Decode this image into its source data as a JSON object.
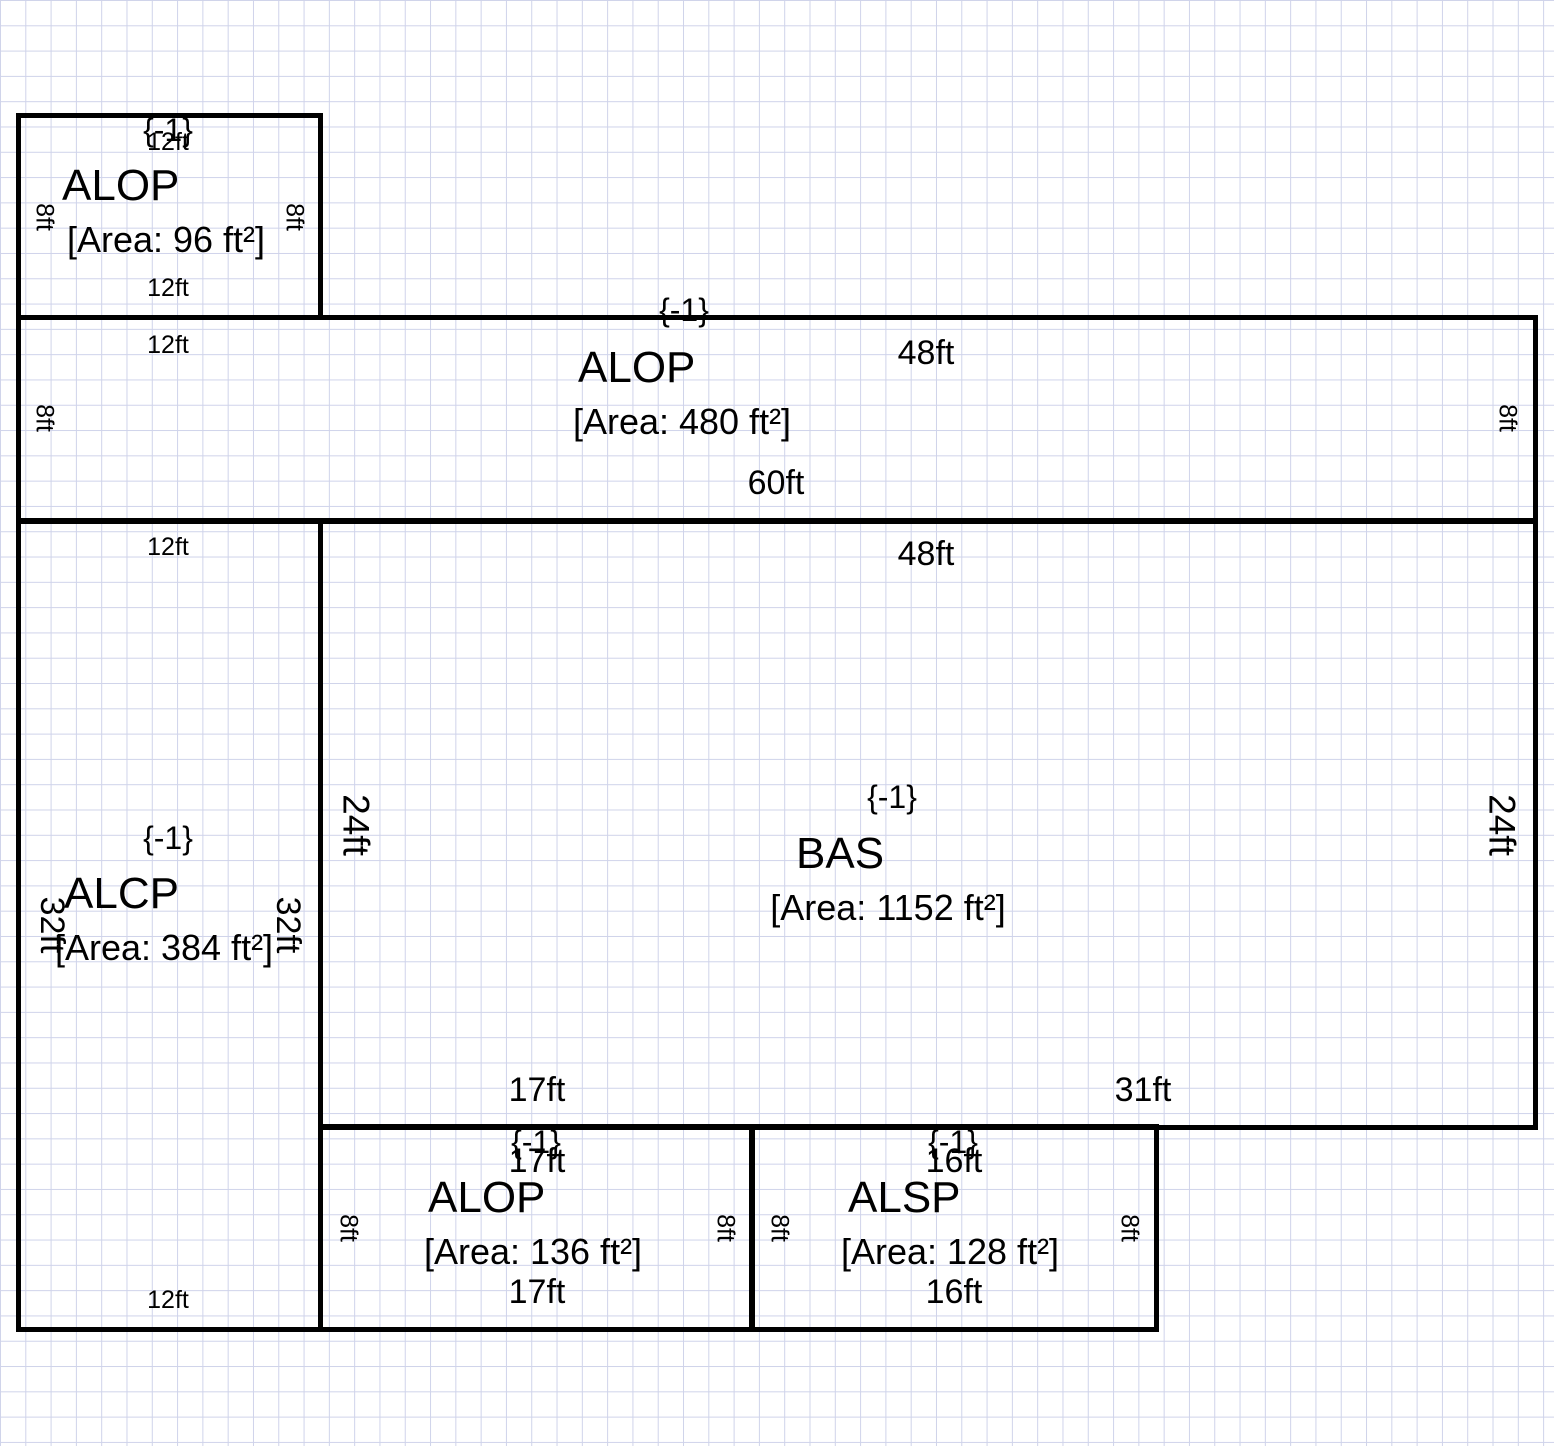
{
  "grid_color": "#cfd3ea",
  "line_color": "#000000",
  "rooms": {
    "alop_top": {
      "multiplier": "{-1}",
      "code": "ALOP",
      "area": "[Area: 96 ft²]",
      "top": "12ft",
      "bottom": "12ft",
      "left": "8ft",
      "right": "8ft"
    },
    "alop_wide": {
      "multiplier": "{-1}",
      "code": "ALOP",
      "area": "[Area: 480 ft²]",
      "top_left": "12ft",
      "top_right": "48ft",
      "bottom": "60ft",
      "left": "8ft",
      "right": "8ft"
    },
    "alcp": {
      "multiplier": "{-1}",
      "code": "ALCP",
      "area": "[Area: 384 ft²]",
      "top": "12ft",
      "bottom": "12ft",
      "left": "32ft",
      "right": "32ft"
    },
    "bas": {
      "multiplier": "{-1}",
      "code": "BAS",
      "area": "[Area: 1152 ft²]",
      "top": "48ft",
      "bottom_left": "17ft",
      "bottom_right": "31ft",
      "left": "24ft",
      "right": "24ft"
    },
    "alop_bottom": {
      "multiplier": "{-1}",
      "code": "ALOP",
      "area": "[Area: 136 ft²]",
      "top": "17ft",
      "bottom": "17ft",
      "left": "8ft",
      "right": "8ft"
    },
    "alsp": {
      "multiplier": "{-1}",
      "code": "ALSP",
      "area": "[Area: 128 ft²]",
      "top": "16ft",
      "bottom": "16ft",
      "left": "8ft",
      "right": "8ft"
    }
  }
}
